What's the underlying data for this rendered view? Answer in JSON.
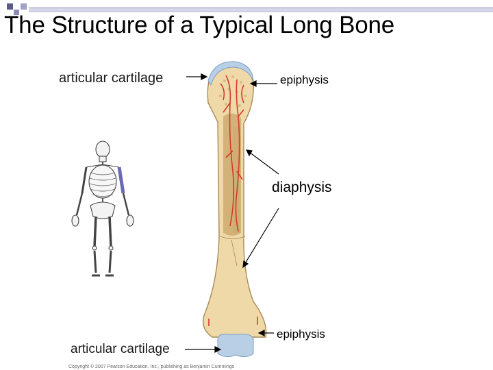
{
  "slide": {
    "title": "The Structure of a Typical Long Bone"
  },
  "labels": {
    "articular_cartilage_top": "articular cartilage",
    "epiphysis_top": "epiphysis",
    "diaphysis": "diaphysis",
    "epiphysis_bottom": "epiphysis",
    "articular_cartilage_bottom": "articular cartilage"
  },
  "copyright": "Copyright © 2007 Pearson Education, Inc., publishing as Benjamin Cummings",
  "colors": {
    "bone": "#f0d9a8",
    "bone_shadow": "#d9b77a",
    "cartilage": "#b9cfe6",
    "vessels": "#d23a2a",
    "marrow": "#c9a46a",
    "deco_square": "#6b6b9e",
    "deco_bar": "#c9c9e0"
  }
}
